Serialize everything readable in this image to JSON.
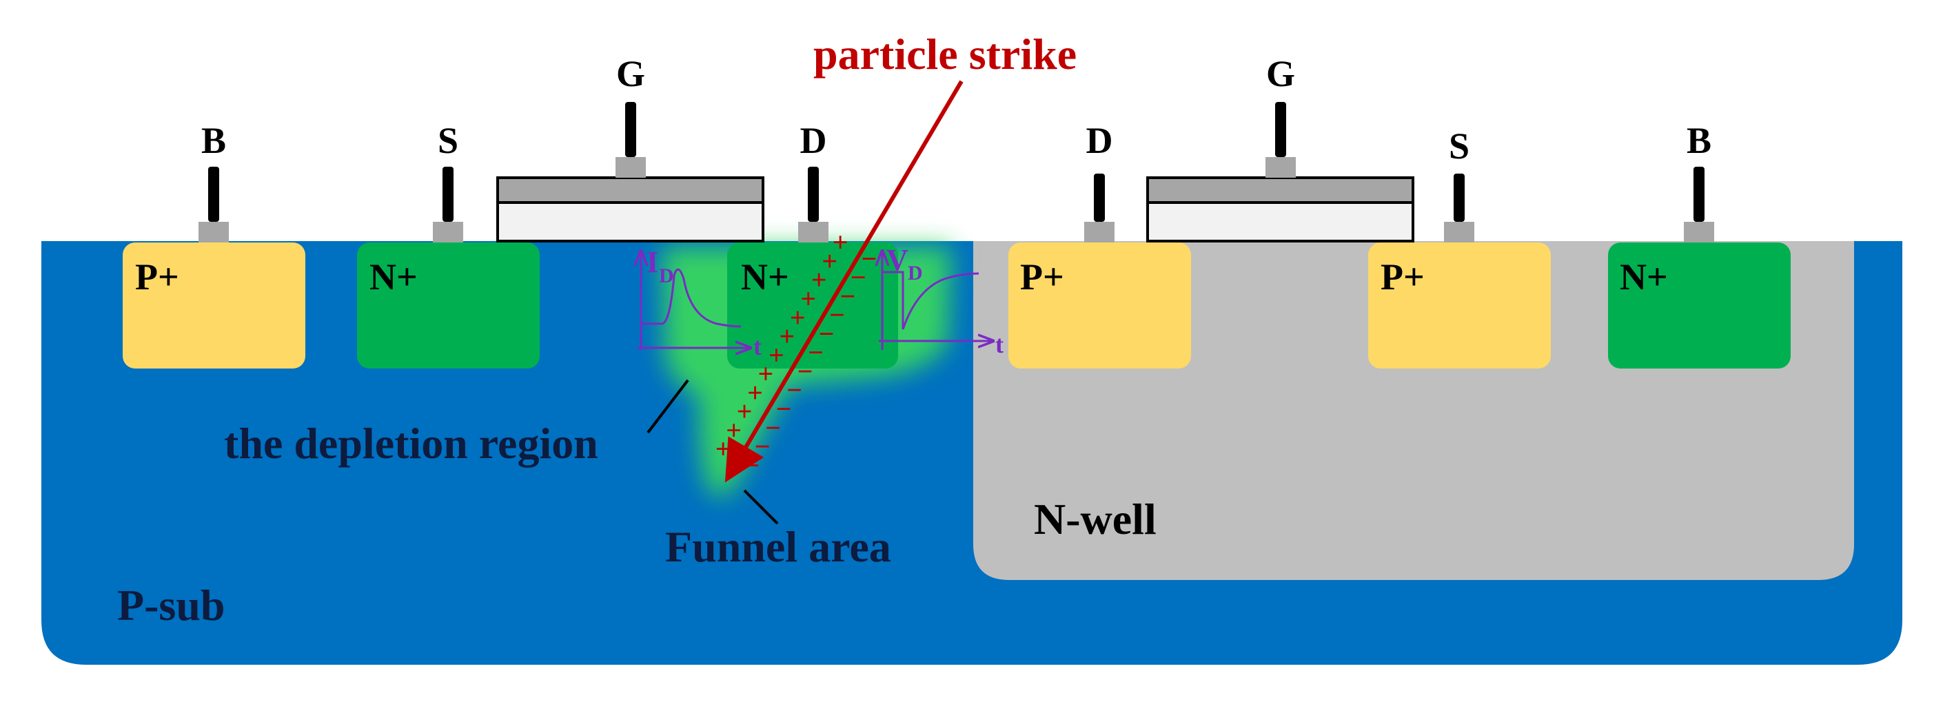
{
  "labels": {
    "particle_strike": "particle strike",
    "depletion_region": "the depletion region",
    "funnel_area": "Funnel area",
    "n_well": "N-well",
    "p_sub": "P-sub"
  },
  "nmos": {
    "terminals": {
      "b": "B",
      "s": "S",
      "g": "G",
      "d": "D"
    },
    "regions": {
      "body": "P+",
      "source": "N+",
      "drain": "N+"
    },
    "waveform": {
      "y_label": "I",
      "y_sub": "D",
      "x_label": "t"
    }
  },
  "pmos": {
    "terminals": {
      "d": "D",
      "g": "G",
      "s": "S",
      "b": "B"
    },
    "regions": {
      "drain": "P+",
      "source": "P+",
      "body": "N+"
    },
    "waveform": {
      "y_label": "V",
      "y_sub": "D",
      "x_label": "t"
    }
  },
  "charges": {
    "positive": "+",
    "negative": "−"
  },
  "colors": {
    "substrate": "#0070c0",
    "n_well": "#bfbfbf",
    "p_plus": "#ffd966",
    "n_plus": "#00b050",
    "depletion_glow": "#35d063",
    "strike": "#c00000",
    "waveform": "#7a2bc4",
    "gate_top": "#a6a6a6",
    "gate_body": "#f2f2f2",
    "contact": "#a6a6a6"
  }
}
